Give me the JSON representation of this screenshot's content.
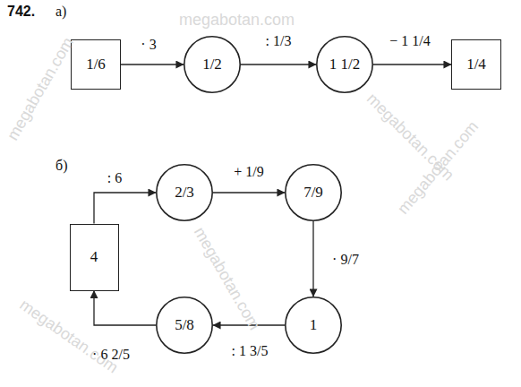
{
  "diagram": {
    "nodes": [
      {
        "text": [
          "1/6"
        ]
      },
      {
        "text": [
          "1/2"
        ]
      },
      {
        "text": [
          "1 1/2"
        ]
      },
      {
        "text": [
          "1/4"
        ]
      },
      {
        "text": [
          "2/3"
        ]
      },
      {
        "text": [
          "7/9"
        ]
      },
      {
        "text": [
          "4"
        ]
      },
      {
        "text": [
          "5/8"
        ]
      },
      {
        "text": [
          "1"
        ]
      }
    ],
    "edges": [
      {
        "from": 0,
        "to": 1,
        "label": "· 3",
        "arrow": "to"
      },
      {
        "from": 1,
        "to": 2,
        "label": ": 1/3",
        "arrow": "to"
      },
      {
        "from": 2,
        "to": 3,
        "label": "− 1 1/4",
        "arrow": "to"
      },
      {
        "from": 6,
        "to": 4,
        "label": ": 6",
        "arrow": "to"
      },
      {
        "from": 4,
        "to": 5,
        "label": "+ 1/9",
        "arrow": "to"
      },
      {
        "from": 5,
        "to": 8,
        "label": "· 9/7",
        "arrow": "to"
      },
      {
        "from": 8,
        "to": 7,
        "label": ": 1 3/5",
        "arrow": "to"
      },
      {
        "from": 7,
        "to": 6,
        "label": "· 6 2/5",
        "arrow": "to"
      }
    ],
    "labels": [
      "742.",
      "а)",
      "б)",
      "megabotan.com",
      "megabotan.com",
      "megabotan.com",
      "megabotan.com",
      "megabotan.com",
      "megabotan.com"
    ]
  }
}
